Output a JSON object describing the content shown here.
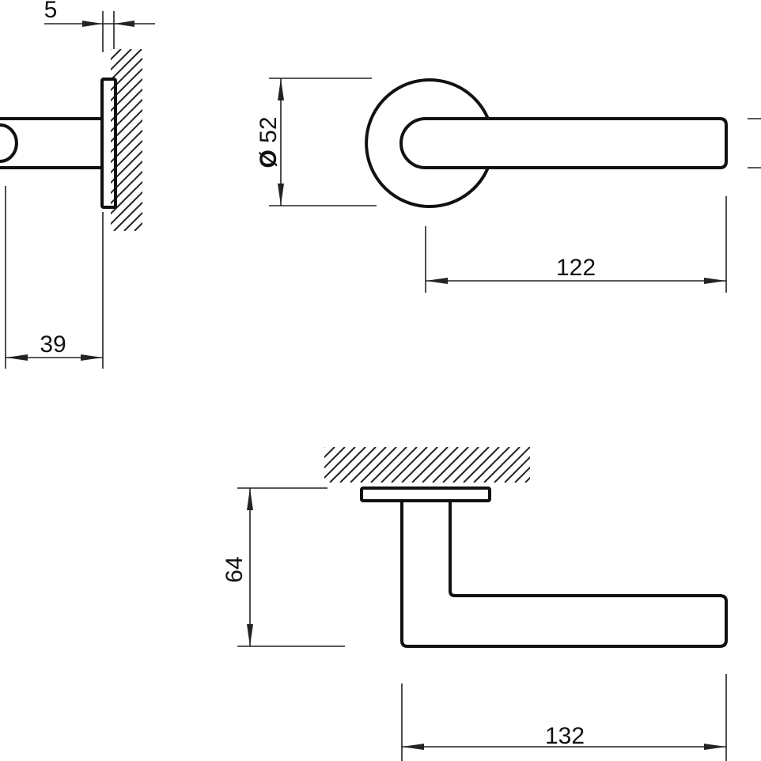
{
  "dimensions": {
    "plate_thickness": "5",
    "projection": "39",
    "rose_diameter_symbol": "Ø",
    "rose_diameter": "52",
    "lever_length": "122",
    "lever_height": "64",
    "overall_length": "132"
  }
}
